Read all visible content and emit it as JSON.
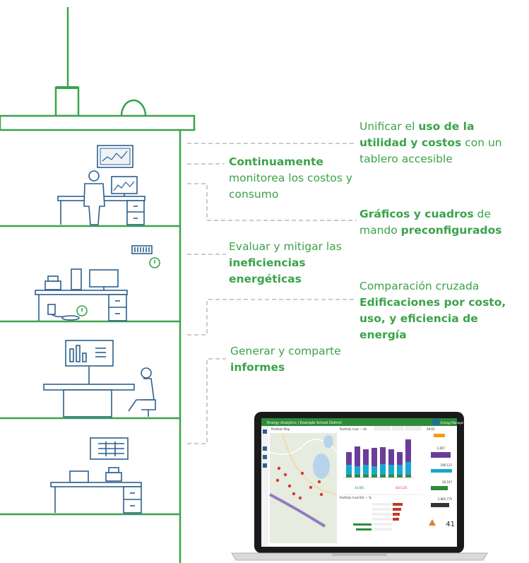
{
  "labels": {
    "unificar": {
      "l1n": "Unificar el ",
      "l1b": "uso de la",
      "l2b": "utilidad y costos",
      "l2n": " con un",
      "l3n": "tablero accesible"
    },
    "continuamente": {
      "l1b": "Continuamente",
      "l2n": "monitorea los costos y",
      "l3n": "consumo"
    },
    "graficos": {
      "l1b": "Gráficos y cuadros",
      "l1n": " de",
      "l2n": "mando ",
      "l2b": "preconfigurados"
    },
    "evaluar": {
      "l1n": "Evaluar y mitigar las",
      "l2b": "ineficiencias",
      "l3b": "energéticas"
    },
    "comparacion": {
      "l1n": "Comparación cruzada",
      "l2b": "Edificaciones por costo,",
      "l3b": "uso, y eficiencia de",
      "l4b": "energía"
    },
    "generar": {
      "l1n": "Generar y comparte",
      "l2b": "informes"
    }
  },
  "dashboard": {
    "title": "Energy Analytics | Example School District",
    "brand": "Energy Manager",
    "map_panel_title": "Portfolio Map",
    "chart_panel_title": "Portfolio Cost — All",
    "table_panel_title": "Portfolio Cost EUI — %",
    "kpi_a": "$5,801",
    "kpi_b": "$10,135",
    "side_values": [
      "58.65",
      "1,857",
      "198,125",
      "28,197",
      "2,865,775",
      "41"
    ]
  },
  "colors": {
    "building_green": "#3aa34a",
    "text_green": "#3aa34a",
    "icon_blue": "#2c5f8d",
    "dash_gray": "#cccccc",
    "bar_purple": "#6a3d9a",
    "bar_teal": "#18a7cf",
    "bar_red": "#c0392b"
  }
}
